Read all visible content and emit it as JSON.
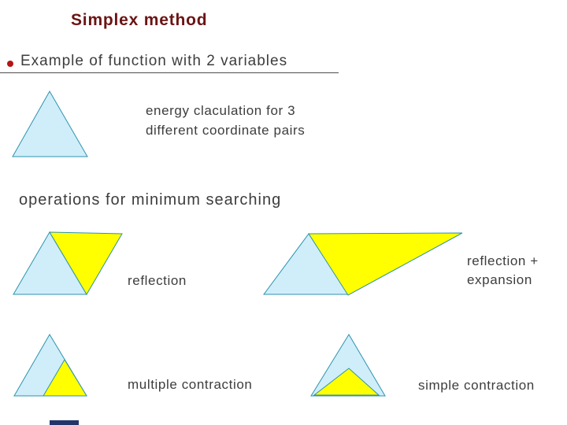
{
  "slide": {
    "title": "Simplex method",
    "bullet_item": "Example of function with 2 variables",
    "figure_caption": {
      "line1": "energy claculation for 3",
      "line2": "different coordinate pairs"
    },
    "section_heading": "operations for minimum searching",
    "operation_labels": {
      "reflection": "reflection",
      "reflection_expansion": {
        "line1": "reflection +",
        "line2": "expansion"
      },
      "multiple_contraction": "multiple contraction",
      "simple_contraction": "simple contraction"
    }
  },
  "colors": {
    "title-color": "#6b1414",
    "bullet-color": "#b51515",
    "body-text": "#3d3d3d",
    "line-color": "#4d4d4d",
    "triangle-fill": "#cfeefa",
    "triangle-stroke": "#2e93ad",
    "highlight-yellow": "#ffff00",
    "bottom-bar-color": "#22356b"
  }
}
